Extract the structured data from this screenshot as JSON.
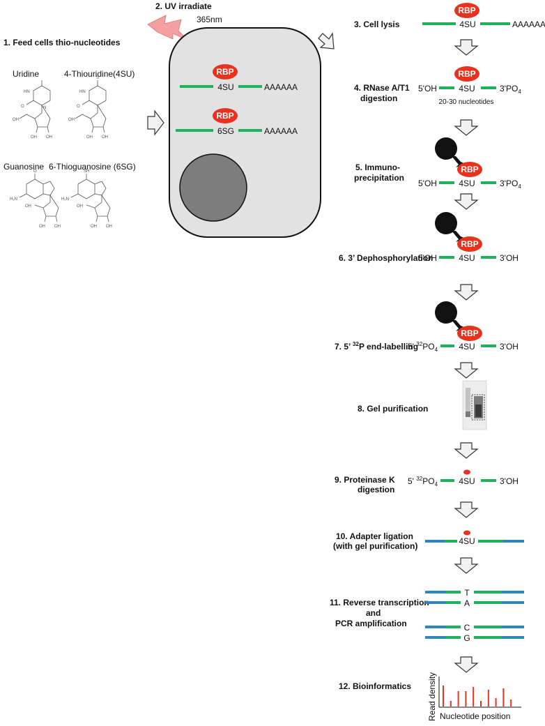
{
  "colors": {
    "rna": "#1fb25a",
    "adapter": "#2e86c1",
    "rbp": "#e8321e",
    "cell_fill": "#e2e2e2",
    "nucleus_fill": "#7d7d7d",
    "uv": "#f08080",
    "bars": "#e8321e"
  },
  "feed": {
    "title": "1. Feed cells thio-nucleotides",
    "uridine": "Uridine",
    "thiouridine": "4-Thiouridine(4SU)",
    "guanosine": "Guanosine",
    "thioguanosine": "6-Thioguanosine (6SG)",
    "atoms": {
      "hn": "HN",
      "o": "O",
      "s": "S",
      "n": "N",
      "oh": "OH",
      "sh": "SH",
      "h2n": "H₂N"
    }
  },
  "uv": {
    "title": "2. UV irradiate",
    "wavelength": "365nm"
  },
  "cell": {
    "rbp": "RBP",
    "label_4su": "4SU",
    "label_6sg": "6SG",
    "polya": "AAAAAA"
  },
  "steps": {
    "s3": {
      "label": "3. Cell lysis",
      "center": "4SU",
      "right": "AAAAAA"
    },
    "s4": {
      "line1": "4. RNase A/T1",
      "line2": "digestion",
      "left": "5'OH",
      "center": "4SU",
      "right": "3'PO",
      "right_sub": "4",
      "note": "20-30 nucleotides"
    },
    "s5": {
      "line1": "5. Immuno-",
      "line2": "precipitation",
      "left": "5'OH",
      "center": "4SU",
      "right": "3'PO",
      "right_sub": "4"
    },
    "s6": {
      "label": "6. 3’ Dephosphorylation",
      "left": "5'OH",
      "center": "4SU",
      "right": "3'OH"
    },
    "s7": {
      "label_pre": "7. 5’ ",
      "label_sup": "32",
      "label_post": "P end-labelling",
      "left_pre": "5' ",
      "left_sup": "32",
      "left_post": "PO",
      "left_sub": "4",
      "center": "4SU",
      "right": "3'OH"
    },
    "s8": {
      "label": "8. Gel purification"
    },
    "s9": {
      "line1": "9. Proteinase K",
      "line2": "digestion",
      "left_pre": "5' ",
      "left_sup": "32",
      "left_post": "PO",
      "left_sub": "4",
      "center": "4SU",
      "right": "3'OH"
    },
    "s10": {
      "line1": "10. Adapter ligation",
      "line2": "(with gel purification)",
      "center": "4SU"
    },
    "s11": {
      "line1": "11. Reverse transcription",
      "line2": "and",
      "line3": "PCR amplification",
      "bases": [
        "T",
        "A",
        "C",
        "G"
      ]
    },
    "s12": {
      "label": "12. Bioinformatics",
      "ylabel": "Read density",
      "xlabel": "Nucleotide position"
    }
  },
  "chart_data": {
    "type": "bar",
    "title": "",
    "xlabel": "Nucleotide position",
    "ylabel": "Read density",
    "x": [
      1,
      2,
      3,
      4,
      5,
      6,
      7,
      8,
      9,
      10,
      11
    ],
    "values": [
      0.75,
      0.2,
      0.55,
      0.55,
      0.7,
      0.2,
      0.6,
      0.3,
      0.65,
      0.25,
      0.0
    ]
  }
}
